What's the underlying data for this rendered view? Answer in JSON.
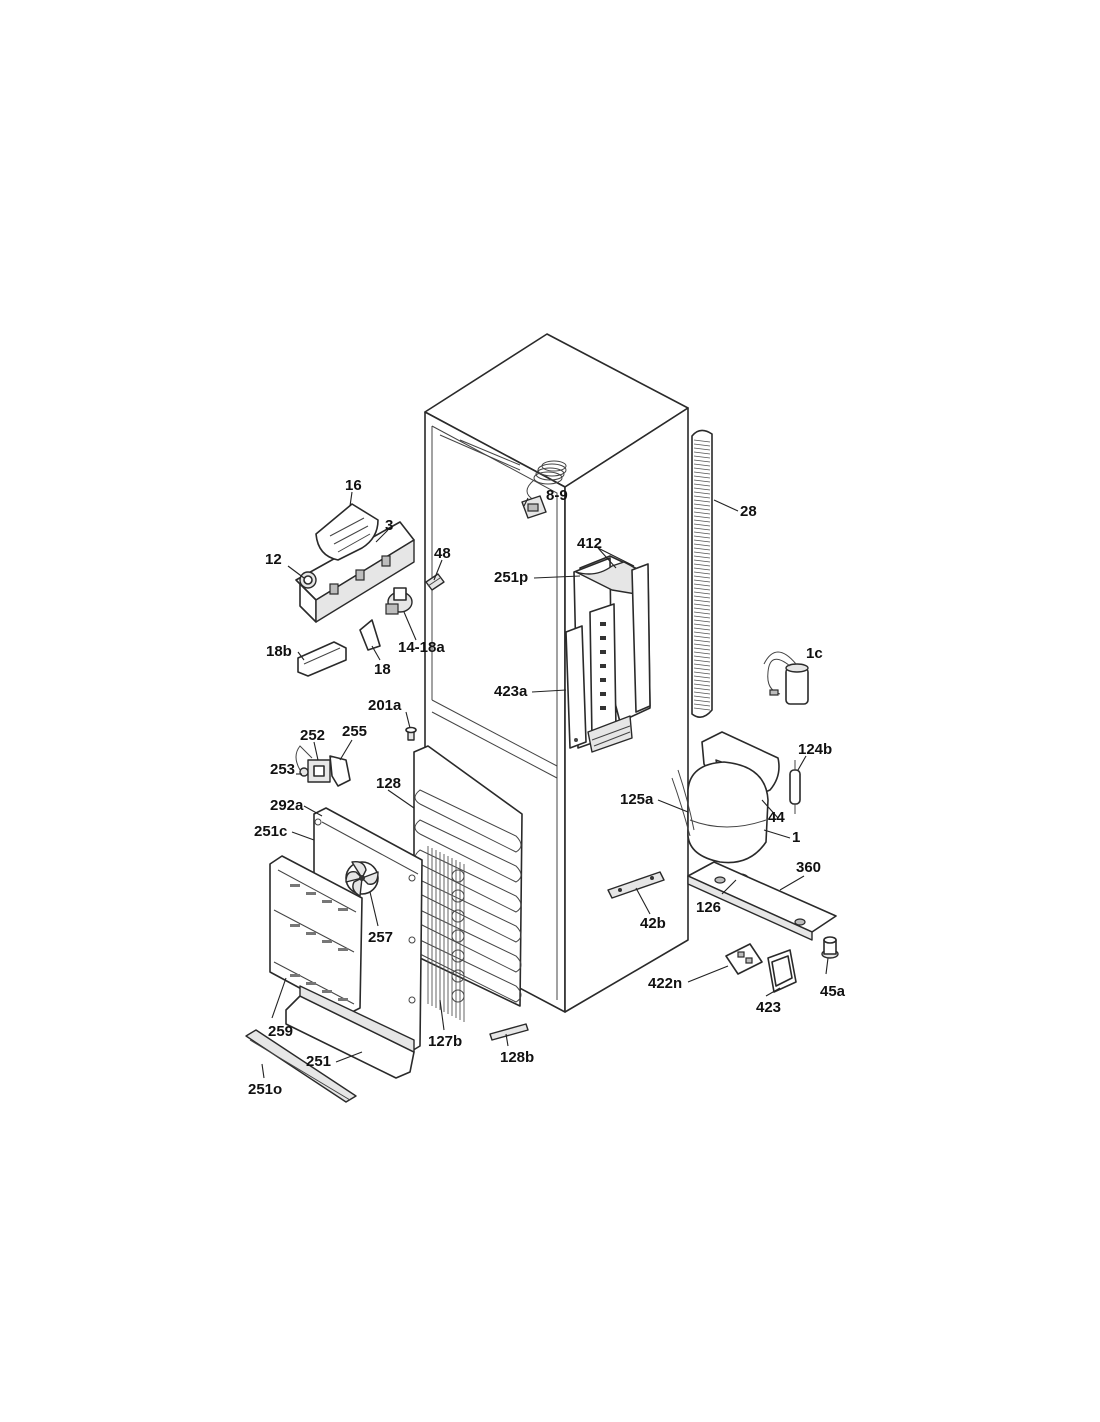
{
  "labels": {
    "l16": "16",
    "l3": "3",
    "l12": "12",
    "l48": "48",
    "l89": "8-9",
    "l28": "28",
    "l412": "412",
    "l251p": "251p",
    "l1418a": "14-18a",
    "l18b": "18b",
    "l18": "18",
    "l1c": "1c",
    "l423a": "423a",
    "l201a": "201a",
    "l252": "252",
    "l255": "255",
    "l253": "253",
    "l128": "128",
    "l124b": "124b",
    "l292a": "292a",
    "l125a": "125a",
    "l44": "44",
    "l251c": "251c",
    "l1": "1",
    "l360": "360",
    "l126": "126",
    "l257": "257",
    "l42b": "42b",
    "l422n": "422n",
    "l423": "423",
    "l45a": "45a",
    "l259": "259",
    "l127b": "127b",
    "l251": "251",
    "l128b": "128b",
    "l251o": "251o"
  }
}
